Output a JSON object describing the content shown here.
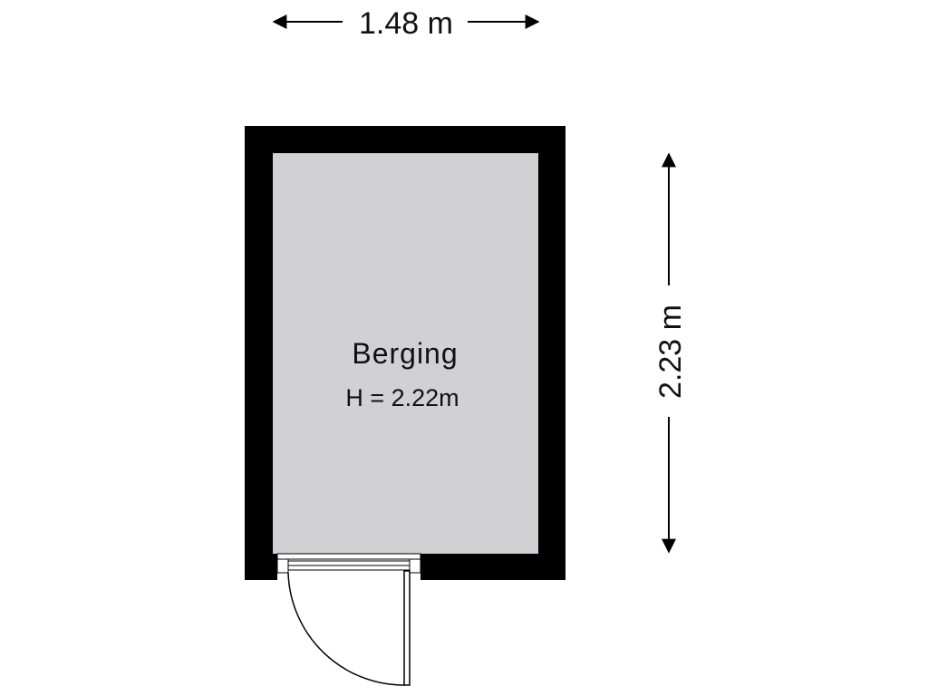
{
  "dimensions": {
    "width_label": "1.48 m",
    "height_label": "2.23 m"
  },
  "room": {
    "name": "Berging",
    "height_label": "H = 2.22m"
  },
  "colors": {
    "wall": "#000000",
    "floor": "#d1d0d2",
    "line": "#000000"
  }
}
